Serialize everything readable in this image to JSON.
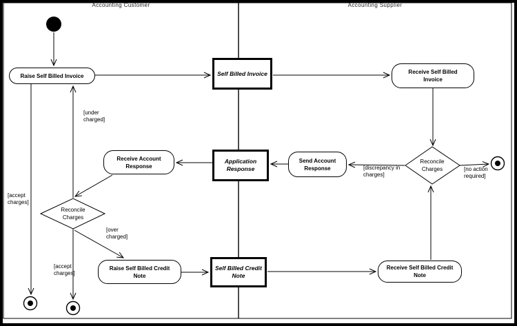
{
  "lanes": [
    {
      "title": "Accounting Customer"
    },
    {
      "title": "Accounting Supplier"
    }
  ],
  "nodes": {
    "raise_self_billed_invoice": "Raise Self Billed Invoice",
    "self_billed_invoice": "Self Billed Invoice",
    "receive_self_billed_invoice": "Receive Self Billed Invoice",
    "reconcile_charges_supplier": "Reconcile Charges",
    "send_account_response": "Send Account Response",
    "application_response": "Application Response",
    "receive_account_response": "Receive Account Response",
    "reconcile_charges_customer": "Reconcile Charges",
    "raise_self_billed_credit_note": "Raise Self Billed Credit Note",
    "self_billed_credit_note": "Self Billed Credit Note",
    "receive_self_billed_credit_note": "Receive Self Billed Credit Note"
  },
  "edge_labels": {
    "under_charged": "[under charged]",
    "accept_charges_1": "[accept charges]",
    "accept_charges_2": "[accept charges]",
    "over_charged": "[over charged]",
    "discrepancy_in_charges": "[discrepancy in charges]",
    "no_action_required": "[no action required]"
  },
  "colors": {
    "line": "#000000",
    "background": "#ffffff"
  }
}
